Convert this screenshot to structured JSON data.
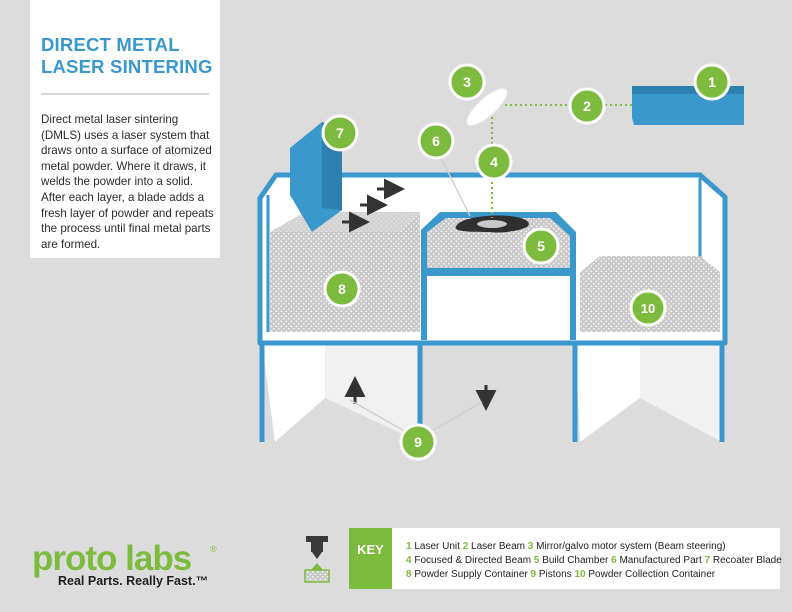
{
  "title": {
    "line1": "DIRECT METAL",
    "line2": "LASER SINTERING"
  },
  "description": "Direct metal laser sintering (DMLS) uses a laser system that draws onto a surface of atomized metal powder. Where it draws, it welds the powder into a solid. After each layer, a blade adds a fresh layer of powder and repeats the process until final metal parts are formed.",
  "markers": [
    "1",
    "2",
    "3",
    "4",
    "5",
    "6",
    "7",
    "8",
    "9",
    "10"
  ],
  "colors": {
    "accent_blue": "#3a98cc",
    "accent_green": "#7dbb3f",
    "background": "#dcdcdc"
  },
  "logo": {
    "brand": "proto labs",
    "trademark": "®",
    "tagline": "Real Parts. Really Fast.™"
  },
  "key": {
    "label": "KEY",
    "entries": [
      {
        "num": "1",
        "text": "Laser Unit"
      },
      {
        "num": "2",
        "text": "Laser Beam"
      },
      {
        "num": "3",
        "text": "Mirror/galvo motor system (Beam steering)"
      },
      {
        "num": "4",
        "text": "Focused & Directed Beam"
      },
      {
        "num": "5",
        "text": "Build Chamber"
      },
      {
        "num": "6",
        "text": "Manufactured Part"
      },
      {
        "num": "7",
        "text": "Recoater Blade"
      },
      {
        "num": "8",
        "text": "Powder Supply Container"
      },
      {
        "num": "9",
        "text": "Pistons"
      },
      {
        "num": "10",
        "text": "Powder Collection Container"
      }
    ]
  }
}
